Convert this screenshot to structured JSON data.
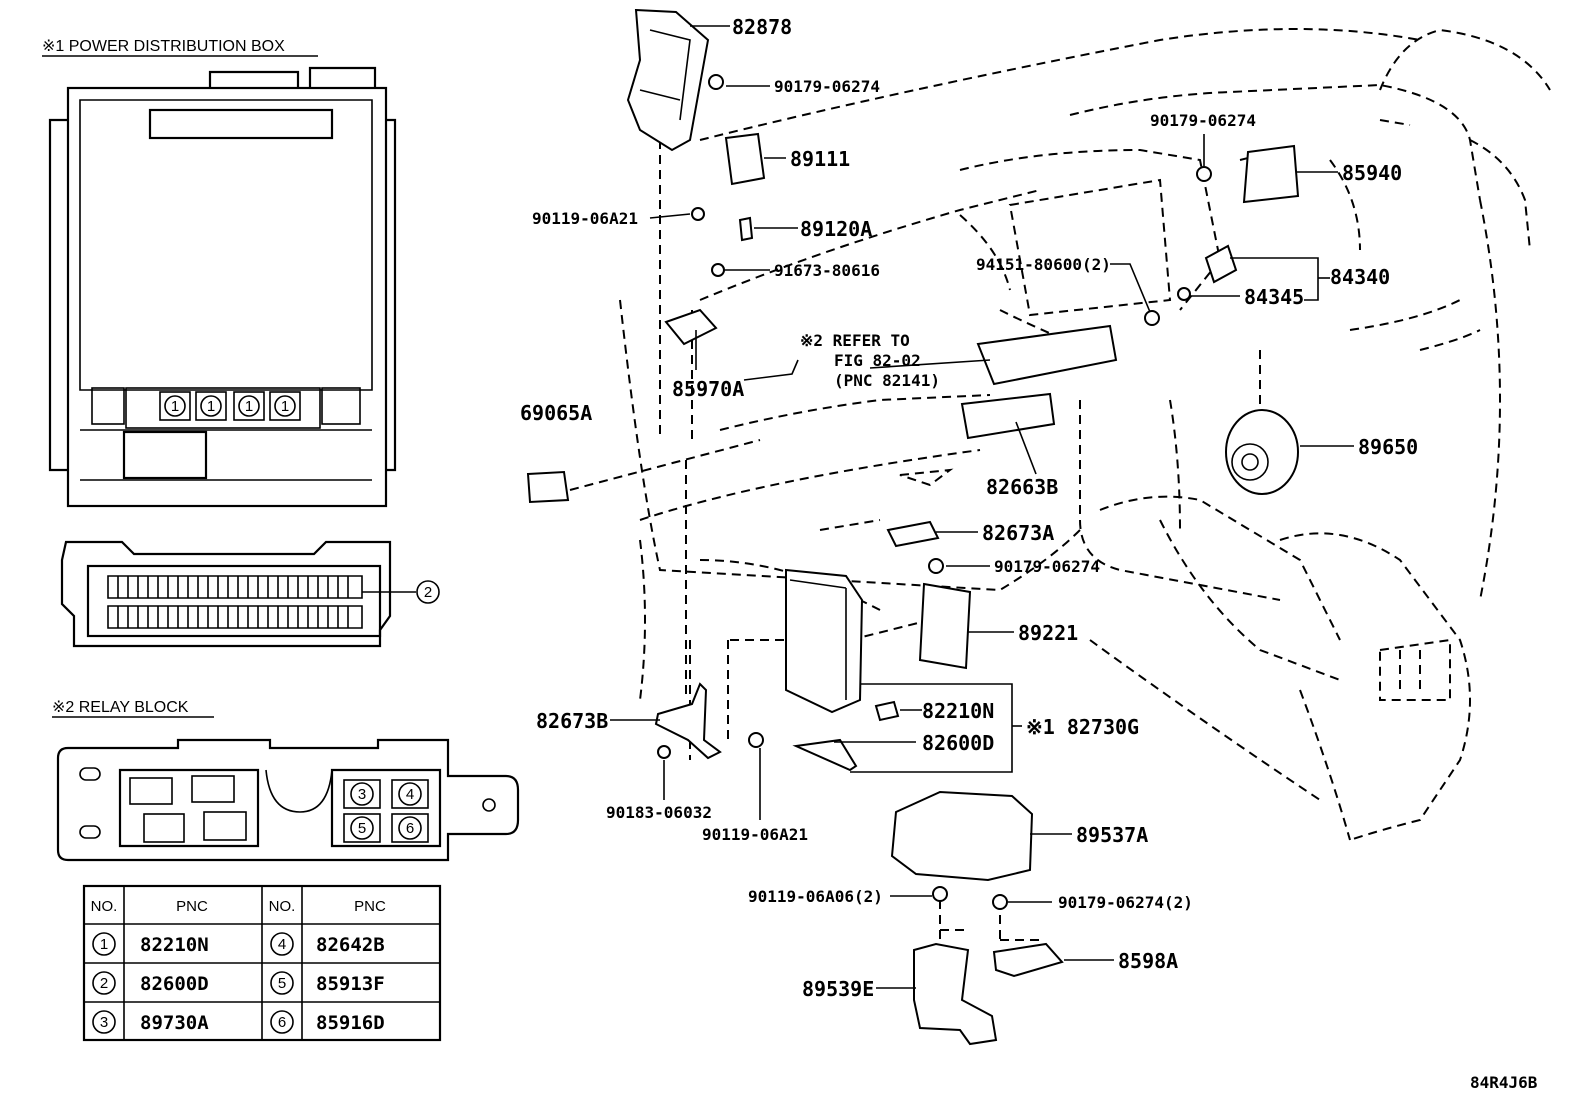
{
  "headers": {
    "power_box": "※1 POWER DISTRIBUTION BOX",
    "relay_block": "※2 RELAY BLOCK"
  },
  "box_circles": [
    "1",
    "1",
    "1",
    "1"
  ],
  "side_circle": "2",
  "relay_circles": [
    "3",
    "4",
    "5",
    "6"
  ],
  "table": {
    "col_no": "NO.",
    "col_pnc": "PNC",
    "rows": [
      {
        "no1": "1",
        "pnc1": "82210N",
        "no2": "4",
        "pnc2": "82642B"
      },
      {
        "no1": "2",
        "pnc1": "82600D",
        "no2": "5",
        "pnc2": "85913F"
      },
      {
        "no1": "3",
        "pnc1": "89730A",
        "no2": "6",
        "pnc2": "85916D"
      }
    ]
  },
  "parts": {
    "p82878": "82878",
    "p90179_top": "90179-06274",
    "p89111": "89111",
    "p90119_a21_top": "90119-06A21",
    "p89120A": "89120A",
    "p91673": "91673-80616",
    "p85970A": "85970A",
    "refer_line1": "※2 REFER TO",
    "refer_line2": "FIG 82-02",
    "refer_line3": "(PNC 82141)",
    "p69065A": "69065A",
    "p94151": "94151-80600(2)",
    "p90179_right": "90179-06274",
    "p85940": "85940",
    "p84340": "84340",
    "p84345": "84345",
    "p89650": "89650",
    "p82663B": "82663B",
    "p82673A": "82673A",
    "p90179_mid": "90179-06274",
    "p89221": "89221",
    "p82210N": "82210N",
    "p82730G": "※1 82730G",
    "p82600D": "82600D",
    "p82673B": "82673B",
    "p90183": "90183-06032",
    "p90119_a21_bot": "90119-06A21",
    "p89537A": "89537A",
    "p90119_a06": "90119-06A06(2)",
    "p90179_bot": "90179-06274(2)",
    "p8598A": "8598A",
    "p89539E": "89539E"
  },
  "code": "84R4J6B"
}
